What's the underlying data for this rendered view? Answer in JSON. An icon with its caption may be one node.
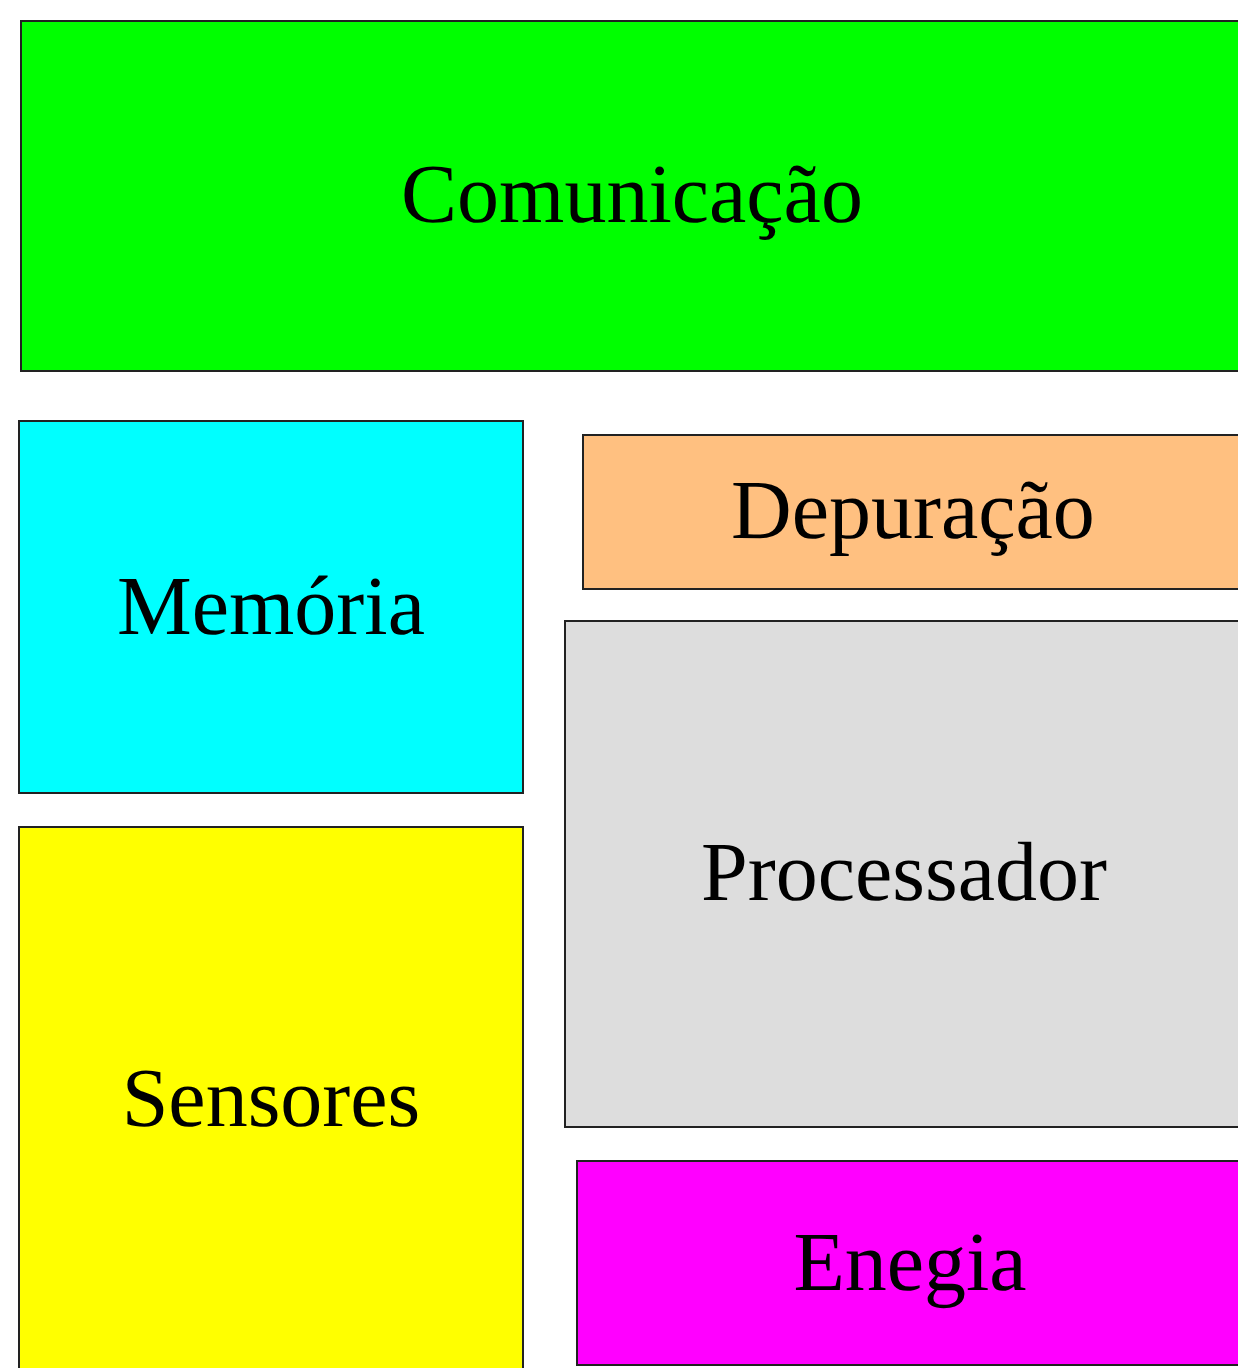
{
  "diagram": {
    "nodes": [
      {
        "text": [
          "Comunicação"
        ]
      },
      {
        "text": [
          "Memória"
        ]
      },
      {
        "text": [
          "Depuração"
        ]
      },
      {
        "text": [
          "Processador"
        ]
      },
      {
        "text": [
          "Sensores"
        ]
      },
      {
        "text": [
          "Enegia"
        ]
      }
    ]
  }
}
